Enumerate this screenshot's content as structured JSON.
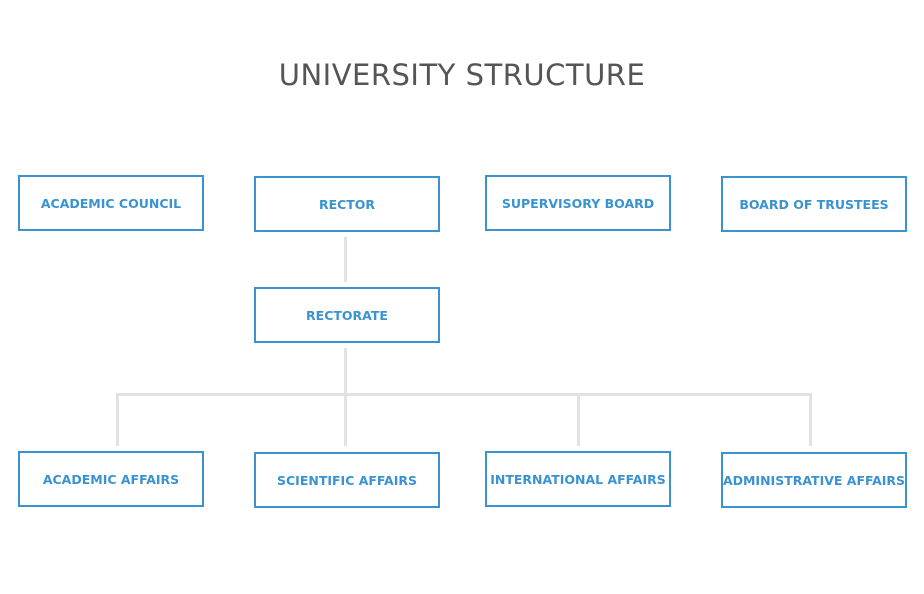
{
  "title": "UNIVERSITY STRUCTURE",
  "top_row": {
    "academic_council": "ACADEMIC COUNCIL",
    "rector": "RECTOR",
    "supervisory_board": "SUPERVISORY BOARD",
    "board_of_trustees": "BOARD OF TRUSTEES"
  },
  "middle": {
    "rectorate": "RECTORATE"
  },
  "bottom_row": {
    "academic_affairs": "ACADEMIC AFFAIRS",
    "scientific_affairs": "SCIENTIFIC AFFAIRS",
    "international_affairs": "INTERNATIONAL AFFAIRS",
    "administrative_affairs": "ADMINISTRATIVE AFFAIRS"
  },
  "colors": {
    "box_border": "#3a93d0",
    "box_text": "#3a93d0",
    "connector": "#e2e2e2",
    "title": "#555555"
  }
}
